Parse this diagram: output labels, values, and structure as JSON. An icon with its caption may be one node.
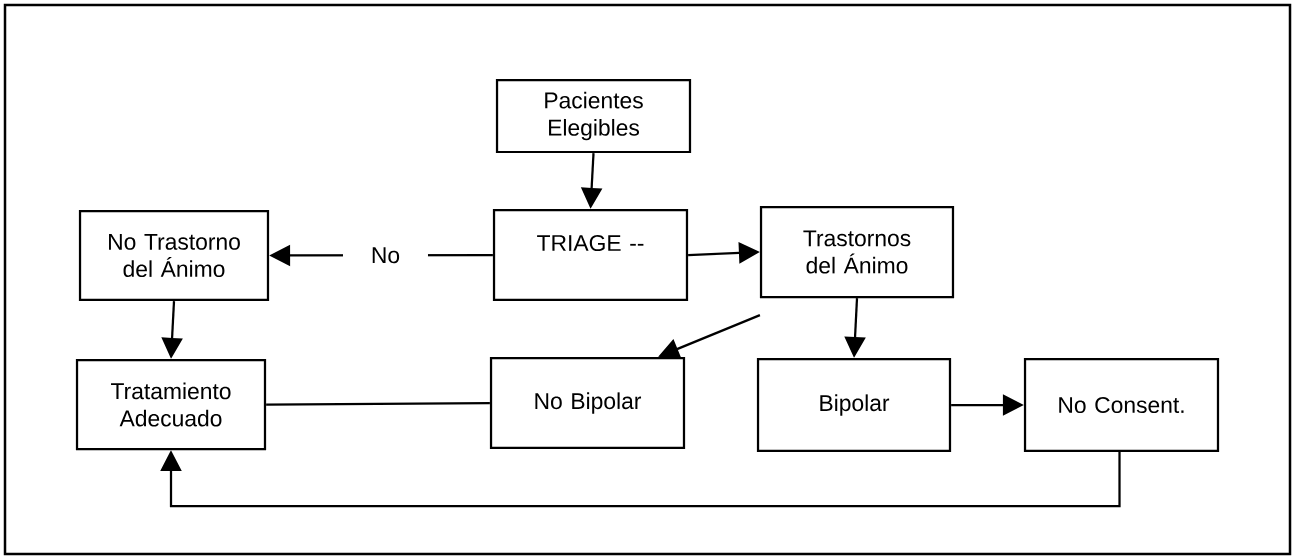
{
  "diagram": {
    "nodes": [
      {
        "text": [
          "Pacientes Elegibles"
        ]
      },
      {
        "text": [
          "TRIAGE --"
        ]
      },
      {
        "text": [
          "No Trastorno del Ánimo"
        ]
      },
      {
        "text": [
          "Trastornos del Ánimo"
        ]
      },
      {
        "text": [
          "Tratamiento Adecuado"
        ]
      },
      {
        "text": [
          "No Bipolar"
        ]
      },
      {
        "text": [
          "Bipolar"
        ]
      },
      {
        "text": [
          "No Consent."
        ]
      }
    ],
    "edges": [
      {
        "from": 0,
        "to": 1,
        "arrow": "to"
      },
      {
        "from": 1,
        "to": 2,
        "arrow": "to",
        "label": "No"
      },
      {
        "from": 1,
        "to": 3,
        "arrow": "to"
      },
      {
        "from": 3,
        "to": 5,
        "arrow": "to"
      },
      {
        "from": 3,
        "to": 6,
        "arrow": "to"
      },
      {
        "from": 2,
        "to": 4,
        "arrow": "to"
      },
      {
        "from": 5,
        "to": 4,
        "arrow": "none"
      },
      {
        "from": 6,
        "to": 7,
        "arrow": "to"
      },
      {
        "from": 7,
        "to": 4,
        "arrow": "to"
      }
    ]
  }
}
